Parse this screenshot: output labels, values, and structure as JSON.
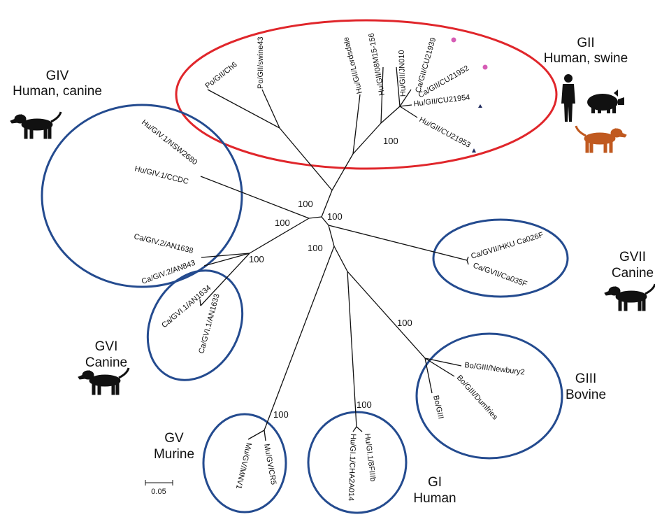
{
  "groups": {
    "GII": {
      "name": "GII",
      "hosts": "Human, swine",
      "color": "#e0262b"
    },
    "GIV": {
      "name": "GIV",
      "hosts": "Human, canine",
      "color": "#244b8f"
    },
    "GVII": {
      "name": "GVII",
      "hosts": "Canine",
      "color": "#244b8f"
    },
    "GVI": {
      "name": "GVI",
      "hosts": "Canine",
      "color": "#244b8f"
    },
    "GIII": {
      "name": "GIII",
      "hosts": "Bovine",
      "color": "#244b8f"
    },
    "GV": {
      "name": "GV",
      "hosts": "Murine",
      "color": "#244b8f"
    },
    "GI": {
      "name": "GI",
      "hosts": "Human",
      "color": "#244b8f"
    }
  },
  "leaves": {
    "po_cha6": "Po/GII/Ch6",
    "po_swine43": "Po/GII/swine43",
    "hu_lordsdale": "Hu/GII/Lordsdale",
    "hu_08m15": "Hu/GII/08M15-156",
    "hu_jn010": "Hu/GII/JN010",
    "ca_cu21939": "Ca/GII/CU21939",
    "ca_cu21952": "Ca/GII/CU21952",
    "hu_cu21954": "Hu/GII/CU21954",
    "hu_cu21953": "Hu/GII/CU21953",
    "hu_nsw2680": "Hu/GIV.1/NSW2680",
    "hu_ccdc": "Hu/GIV.1/CCDC",
    "ca_an1638": "Ca/GIV.2/AN1638",
    "ca_an843": "Ca/GIV.2/AN843",
    "ca_an1634": "Ca/GVI.1/AN1634",
    "ca_an1633": "Ca/GVI.1/AN1633",
    "ca_hku": "Ca/GVII/HKU Ca026F",
    "ca_ca035f": "Ca/GVII/Ca035F",
    "bo_newbury": "Bo/GIII/Newbury2",
    "bo_dumfries": "Bo/GIII/Dumfries",
    "bo_giii": "Bo/GIII",
    "mu_mnv1": "Mu/GV/MNV1",
    "mu_cr5": "Mu/GV/CR5",
    "hu_cha2a014": "Hu/GI.1/CHA2A014",
    "hu_8fiiib": "Hu/GI.1/8FIIIb"
  },
  "bootstrap": {
    "gii": "100",
    "giv_a": "100",
    "giv_b": "100",
    "root": "100",
    "gvi": "100",
    "lower": "100",
    "giii": "100",
    "gv": "100",
    "gi": "100"
  },
  "scale": {
    "label": "0.05"
  },
  "markers": {
    "circle_color": "#d65cb5",
    "triangle_color": "#1f2a5e"
  },
  "icons": {
    "human": "human-silhouette-icon",
    "pig": "pig-icon",
    "dog": "dog-icon",
    "dog_color_black": "#111111",
    "dog_color_orange": "#c0591f"
  }
}
